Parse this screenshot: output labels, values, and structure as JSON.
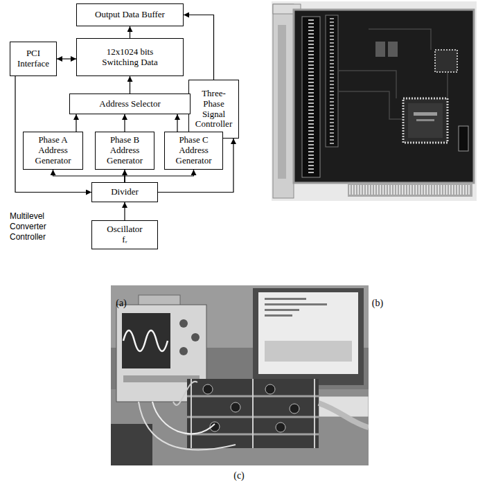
{
  "diagram": {
    "nodes": [
      {
        "text": [
          "Output Data Buffer"
        ]
      },
      {
        "text": [
          "PCI Interface"
        ]
      },
      {
        "text": [
          "12x1024 bits Switching Data"
        ]
      },
      {
        "text": [
          "Three-Phase Signal Controller"
        ]
      },
      {
        "text": [
          "Address Selector"
        ]
      },
      {
        "text": [
          "Phase A Address Generator"
        ]
      },
      {
        "text": [
          "Phase B Address Generator"
        ]
      },
      {
        "text": [
          "Phase C Address Generator"
        ]
      },
      {
        "text": [
          "Divider"
        ]
      },
      {
        "text": [
          "Oscillator fᵣ"
        ]
      }
    ],
    "edges": [
      {
        "from": 2,
        "to": 0,
        "arrow": "to"
      },
      {
        "from": 1,
        "to": 2,
        "arrow": "both"
      },
      {
        "from": 4,
        "to": 2,
        "arrow": "to"
      },
      {
        "from": 3,
        "to": 4,
        "arrow": "to"
      },
      {
        "from": 3,
        "to": 0,
        "arrow": "to"
      },
      {
        "from": 5,
        "to": 4,
        "arrow": "to"
      },
      {
        "from": 6,
        "to": 4,
        "arrow": "to"
      },
      {
        "from": 7,
        "to": 4,
        "arrow": "to"
      },
      {
        "from": 8,
        "to": 5,
        "arrow": "to"
      },
      {
        "from": 8,
        "to": 6,
        "arrow": "to"
      },
      {
        "from": 8,
        "to": 7,
        "arrow": "to"
      },
      {
        "from": 1,
        "to": 8,
        "arrow": "to"
      },
      {
        "from": 8,
        "to": 3,
        "arrow": "to"
      },
      {
        "from": 9,
        "to": 8,
        "arrow": "to"
      }
    ],
    "labels": [
      "Multilevel Converter Controller",
      "(a)",
      "(b)",
      "(c)"
    ]
  }
}
